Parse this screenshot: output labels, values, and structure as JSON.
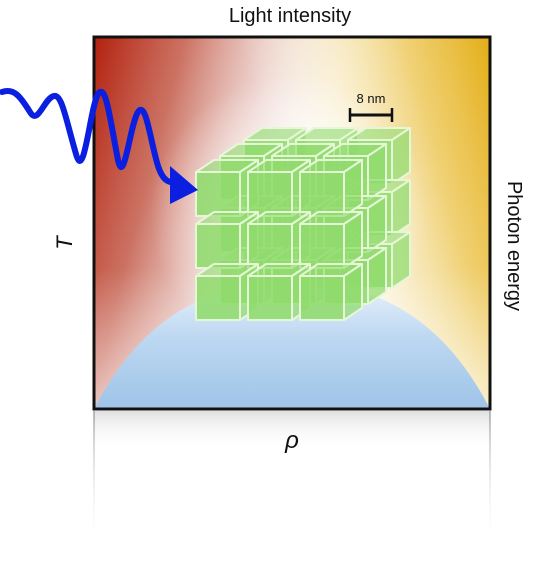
{
  "labels": {
    "top": "Light intensity",
    "right": "Photon energy",
    "left": "T",
    "bottom": "ρ",
    "scale_bar": "8 nm"
  },
  "colors": {
    "top_left_red": "#b3200e",
    "top_right_yellow": "#e3ad16",
    "dome_blue": "#9ec4e8",
    "cube_green": "#8fdb6c",
    "cube_edge": "#e6f7d8",
    "arrow_blue": "#0a1fe0",
    "frame": "#111111"
  },
  "superlattice": {
    "layers": 3,
    "rows": 3,
    "columns": 3
  },
  "icons": [
    "photon-wave-arrow-icon",
    "scale-bar-icon",
    "nanocrystal-cube-icon"
  ]
}
